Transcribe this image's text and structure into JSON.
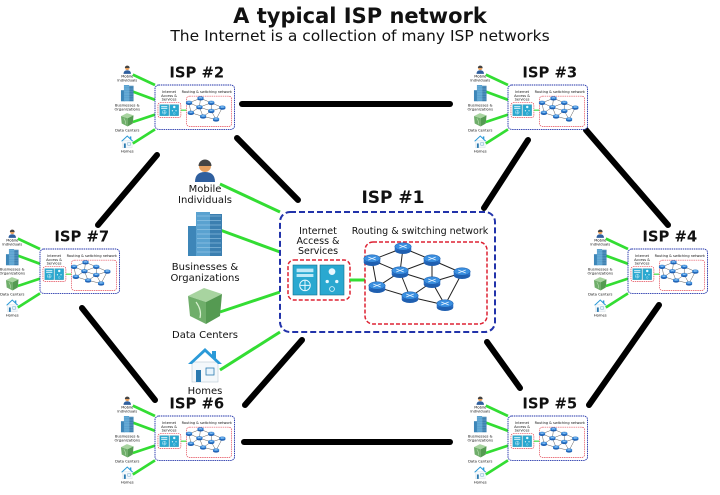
{
  "title": "A typical ISP network",
  "subtitle": "The Internet is a collection of many ISP networks",
  "colors": {
    "backbone_link": "#000000",
    "access_link": "#33dd33",
    "isp_border": "#2233aa",
    "access_border": "#dd2233",
    "router": "#3a8fe0",
    "switch": "#2aa8d0"
  },
  "main_isp": {
    "label": "ISP #1",
    "access_label_lines": [
      "Internet",
      "Access &",
      "Services"
    ],
    "routing_label": "Routing & switching network"
  },
  "customers": [
    {
      "id": "mobile",
      "icon": "person-icon",
      "label_lines": [
        "Mobile",
        "Individuals"
      ]
    },
    {
      "id": "business",
      "icon": "building-icon",
      "label_lines": [
        "Businesses &",
        "Organizations"
      ]
    },
    {
      "id": "datacenter",
      "icon": "datacenter-cube-icon",
      "label_lines": [
        "Data Centers"
      ]
    },
    {
      "id": "homes",
      "icon": "house-icon",
      "label_lines": [
        "Homes"
      ]
    }
  ],
  "mini_isps": [
    {
      "id": "isp2",
      "label": "ISP #2"
    },
    {
      "id": "isp3",
      "label": "ISP #3"
    },
    {
      "id": "isp4",
      "label": "ISP #4"
    },
    {
      "id": "isp5",
      "label": "ISP #5"
    },
    {
      "id": "isp6",
      "label": "ISP #6"
    },
    {
      "id": "isp7",
      "label": "ISP #7"
    }
  ],
  "mini_labels": {
    "access_lines": [
      "Internet",
      "Access &",
      "Services"
    ],
    "routing": "Routing & switching network",
    "customers": [
      [
        "Mobile",
        "Individuals"
      ],
      [
        "Businesses &",
        "Organizations"
      ],
      [
        "Data Centers"
      ],
      [
        "Homes"
      ]
    ]
  },
  "backbone_links": [
    {
      "from": "ISP #2",
      "to": "ISP #3"
    },
    {
      "from": "ISP #3",
      "to": "ISP #4"
    },
    {
      "from": "ISP #4",
      "to": "ISP #5"
    },
    {
      "from": "ISP #5",
      "to": "ISP #6"
    },
    {
      "from": "ISP #6",
      "to": "ISP #7"
    },
    {
      "from": "ISP #7",
      "to": "ISP #2"
    },
    {
      "from": "ISP #1",
      "to": "ISP #2"
    },
    {
      "from": "ISP #1",
      "to": "ISP #3"
    },
    {
      "from": "ISP #1",
      "to": "ISP #5"
    },
    {
      "from": "ISP #1",
      "to": "ISP #6"
    }
  ],
  "router_count": 9
}
